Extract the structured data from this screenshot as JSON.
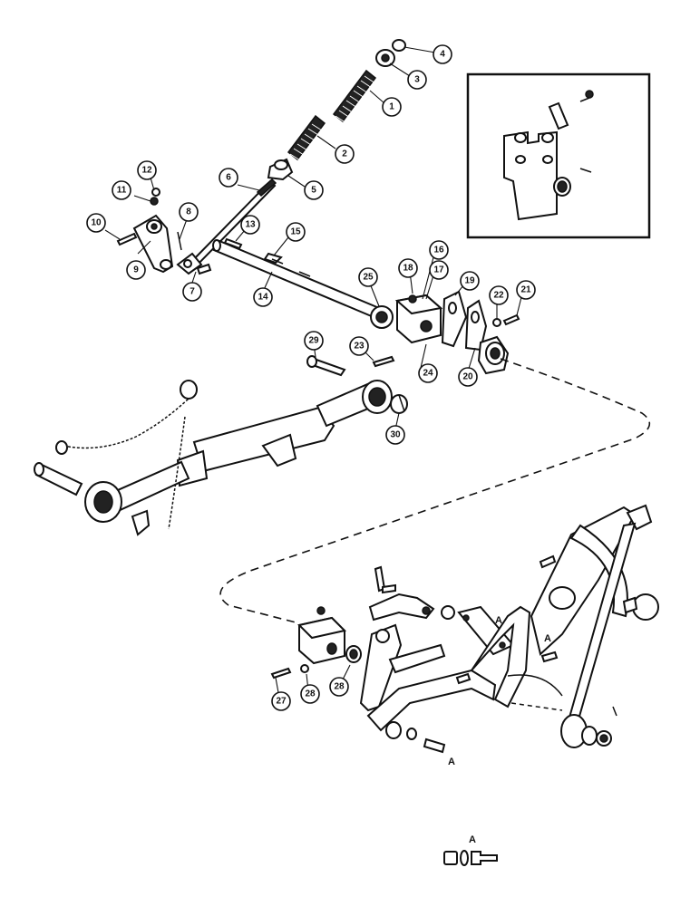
{
  "callouts": [
    {
      "label": "1"
    },
    {
      "label": "2"
    },
    {
      "label": "3"
    },
    {
      "label": "4"
    },
    {
      "label": "5"
    },
    {
      "label": "6"
    },
    {
      "label": "7"
    },
    {
      "label": "8"
    },
    {
      "label": "9"
    },
    {
      "label": "10"
    },
    {
      "label": "11"
    },
    {
      "label": "12"
    },
    {
      "label": "13"
    },
    {
      "label": "14"
    },
    {
      "label": "15"
    },
    {
      "label": "16"
    },
    {
      "label": "17"
    },
    {
      "label": "18"
    },
    {
      "label": "19"
    },
    {
      "label": "20"
    },
    {
      "label": "21"
    },
    {
      "label": "22"
    },
    {
      "label": "23"
    },
    {
      "label": "24"
    },
    {
      "label": "25"
    },
    {
      "label": "27"
    },
    {
      "label": "28"
    },
    {
      "label": "28"
    },
    {
      "label": "29"
    },
    {
      "label": "30"
    }
  ],
  "letters": {
    "a1": "A",
    "a2": "A",
    "a3": "A",
    "legend_a": "A"
  }
}
